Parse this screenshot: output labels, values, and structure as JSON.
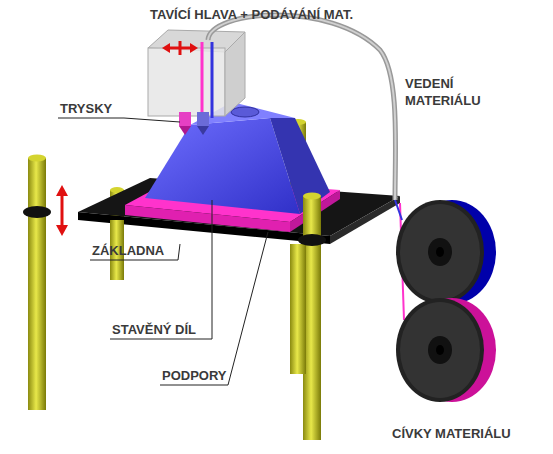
{
  "diagram": {
    "labels": [
      "TAVÍCÍ HLAVA + PODÁVÁNÍ MAT.",
      "TRYSKY",
      "VEDENÍ MATERIÁLU",
      "ZÁKLADNA",
      "STAVĚNÝ DÍL",
      "PODPORY",
      "CÍVKY MATERIÁLU"
    ]
  }
}
